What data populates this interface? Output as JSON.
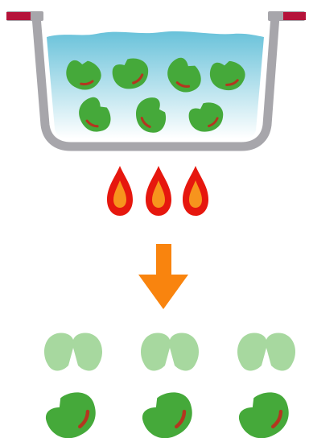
{
  "illustration": {
    "pot_beans": 7,
    "flames": 3,
    "sprouted_beans": 3,
    "whole_beans": 3
  },
  "colors": {
    "pot": "#a7a6ab",
    "pot_shadow": "#8f8e93",
    "handle": "#b5133a",
    "water_top": "#69c2da",
    "water_bottom": "#ffffff",
    "bean": "#45a93a",
    "bean_hilum": "#b4361f",
    "flame_outer": "#e6170e",
    "flame_inner": "#f7941d",
    "arrow": "#f9840e",
    "sprout": "#a7d89f"
  }
}
